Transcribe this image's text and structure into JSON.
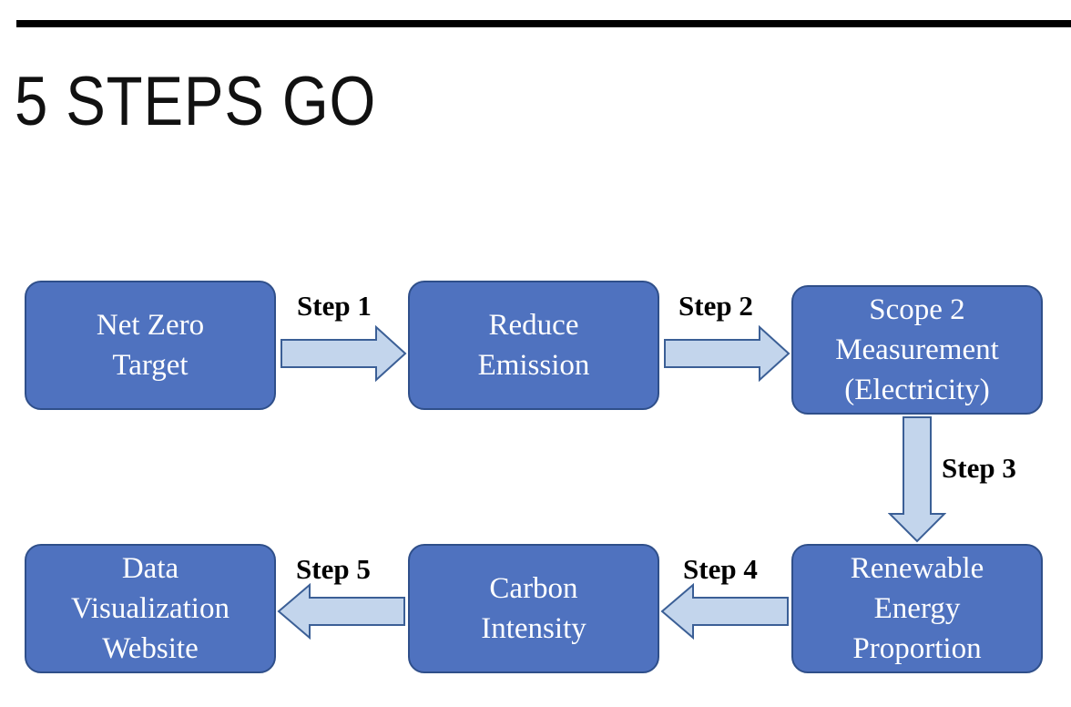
{
  "title": "5 STEPS GO",
  "colors": {
    "box_fill": "#4f72bf",
    "box_border": "#2f4f8a",
    "arrow_fill": "#c3d5ec",
    "arrow_stroke": "#3b5f96"
  },
  "boxes": [
    {
      "lines": [
        "Net Zero",
        "Target"
      ]
    },
    {
      "lines": [
        "Reduce",
        "Emission"
      ]
    },
    {
      "lines": [
        "Scope 2",
        "Measurement",
        "(Electricity)"
      ]
    },
    {
      "lines": [
        "Renewable",
        "Energy",
        "Proportion"
      ]
    },
    {
      "lines": [
        "Carbon",
        "Intensity"
      ]
    },
    {
      "lines": [
        "Data",
        "Visualization",
        "Website"
      ]
    }
  ],
  "steps": [
    {
      "label": "Step 1",
      "direction": "right"
    },
    {
      "label": "Step 2",
      "direction": "right"
    },
    {
      "label": "Step 3",
      "direction": "down"
    },
    {
      "label": "Step 4",
      "direction": "left"
    },
    {
      "label": "Step 5",
      "direction": "left"
    }
  ]
}
